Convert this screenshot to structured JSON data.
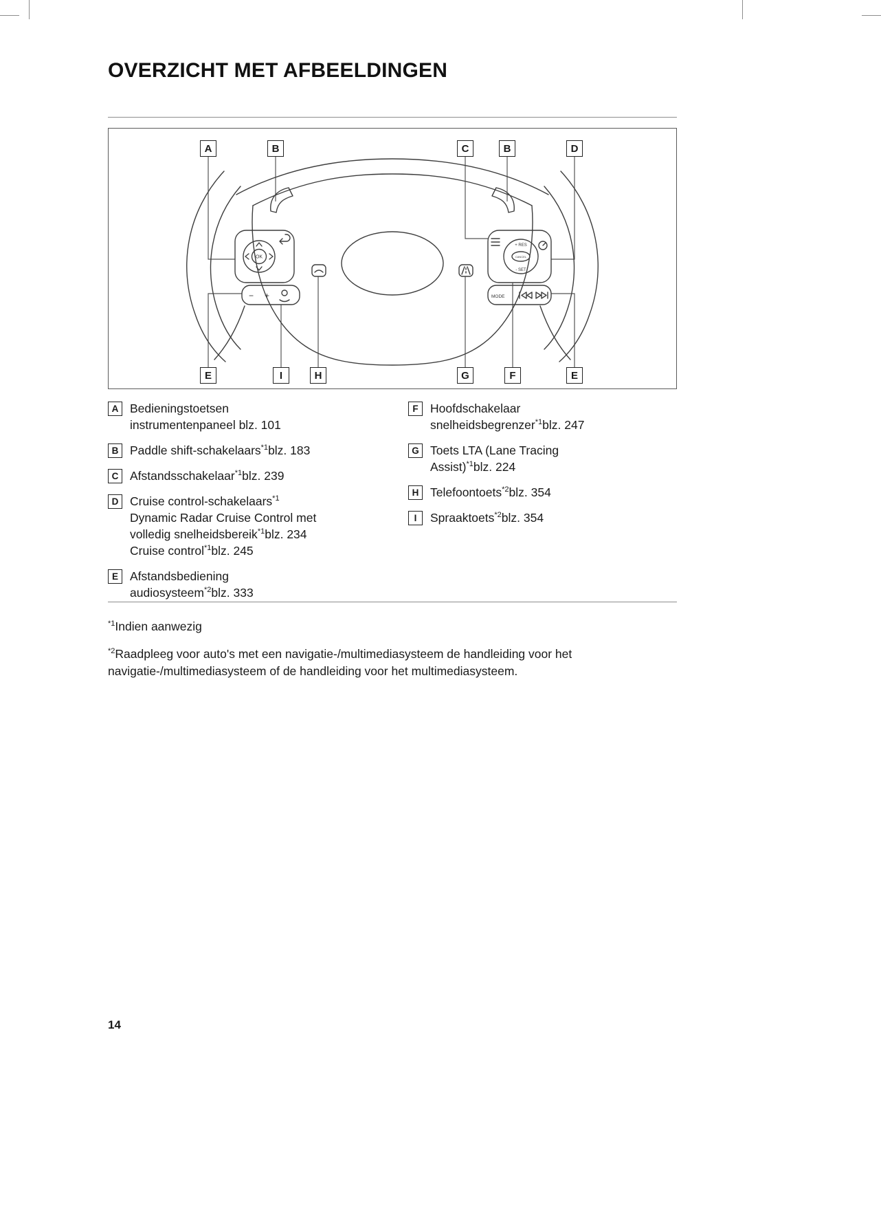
{
  "page": {
    "title": "OVERZICHT MET AFBEELDINGEN",
    "page_number": "14"
  },
  "diagram": {
    "callouts": [
      "A",
      "B",
      "C",
      "B",
      "D",
      "E",
      "I",
      "H",
      "G",
      "F",
      "E"
    ],
    "labels": {
      "ok": "OK",
      "cancel": "CANCEL",
      "res": "+ RES",
      "set": "- SET",
      "mode": "MODE",
      "vol_minus": "−",
      "vol_plus": "+"
    }
  },
  "legend": {
    "left": [
      {
        "letter": "A",
        "lines": [
          [
            {
              "t": "Bedieningstoetsen"
            }
          ],
          [
            {
              "t": "instrumentenpaneel blz. 101"
            }
          ]
        ]
      },
      {
        "letter": "B",
        "lines": [
          [
            {
              "t": "Paddle shift-schakelaars"
            },
            {
              "t": "*1",
              "sup": true
            },
            {
              "t": "blz. 183"
            }
          ]
        ]
      },
      {
        "letter": "C",
        "lines": [
          [
            {
              "t": "Afstandsschakelaar"
            },
            {
              "t": "*1",
              "sup": true
            },
            {
              "t": "blz. 239"
            }
          ]
        ]
      },
      {
        "letter": "D",
        "lines": [
          [
            {
              "t": "Cruise control-schakelaars"
            },
            {
              "t": "*1",
              "sup": true
            }
          ],
          [
            {
              "t": "Dynamic Radar Cruise Control met"
            }
          ],
          [
            {
              "t": "volledig snelheidsbereik"
            },
            {
              "t": "*1",
              "sup": true
            },
            {
              "t": "blz. 234"
            }
          ],
          [
            {
              "t": "Cruise control"
            },
            {
              "t": "*1",
              "sup": true
            },
            {
              "t": "blz. 245"
            }
          ]
        ]
      },
      {
        "letter": "E",
        "lines": [
          [
            {
              "t": "Afstandsbediening"
            }
          ],
          [
            {
              "t": "audiosysteem"
            },
            {
              "t": "*2",
              "sup": true
            },
            {
              "t": "blz. 333"
            }
          ]
        ]
      }
    ],
    "right": [
      {
        "letter": "F",
        "lines": [
          [
            {
              "t": "Hoofdschakelaar"
            }
          ],
          [
            {
              "t": "snelheidsbegrenzer"
            },
            {
              "t": "*1",
              "sup": true
            },
            {
              "t": "blz. 247"
            }
          ]
        ]
      },
      {
        "letter": "G",
        "lines": [
          [
            {
              "t": "Toets LTA (Lane Tracing"
            }
          ],
          [
            {
              "t": "Assist)"
            },
            {
              "t": "*1",
              "sup": true
            },
            {
              "t": "blz. 224"
            }
          ]
        ]
      },
      {
        "letter": "H",
        "lines": [
          [
            {
              "t": "Telefoontoets"
            },
            {
              "t": "*2",
              "sup": true
            },
            {
              "t": "blz. 354"
            }
          ]
        ]
      },
      {
        "letter": "I",
        "lines": [
          [
            {
              "t": "Spraaktoets"
            },
            {
              "t": "*2",
              "sup": true
            },
            {
              "t": "blz. 354"
            }
          ]
        ]
      }
    ]
  },
  "footnotes": [
    [
      {
        "t": "*1",
        "sup": true
      },
      {
        "t": "Indien aanwezig"
      }
    ],
    [
      {
        "t": "*2",
        "sup": true
      },
      {
        "t": "Raadpleeg voor auto's met een navigatie-/multimediasysteem de handleiding voor het navigatie-/multimediasysteem of de handleiding voor het multimediasysteem."
      }
    ]
  ]
}
